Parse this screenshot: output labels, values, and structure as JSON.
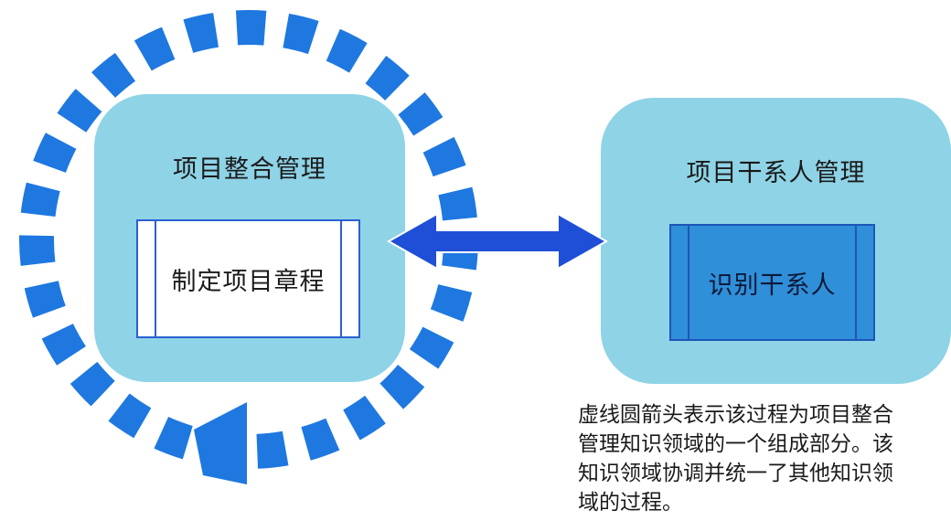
{
  "integration": {
    "title": "项目整合管理",
    "process": "制定项目章程"
  },
  "stakeholder": {
    "title": "项目干系人管理",
    "process": "识别干系人"
  },
  "caption": {
    "lines": [
      "虚线圆箭头表示该过程为项目整合",
      "管理知识领域的一个组成部分。该",
      "知识领域协调并统一了其他知识领",
      "域的过程。"
    ]
  },
  "colors": {
    "dashed_circle": "#1e78e0",
    "panel_fill": "#8fd3e6",
    "double_arrow": "#1e4fd6",
    "identify_fill": "#2f8fd8"
  }
}
